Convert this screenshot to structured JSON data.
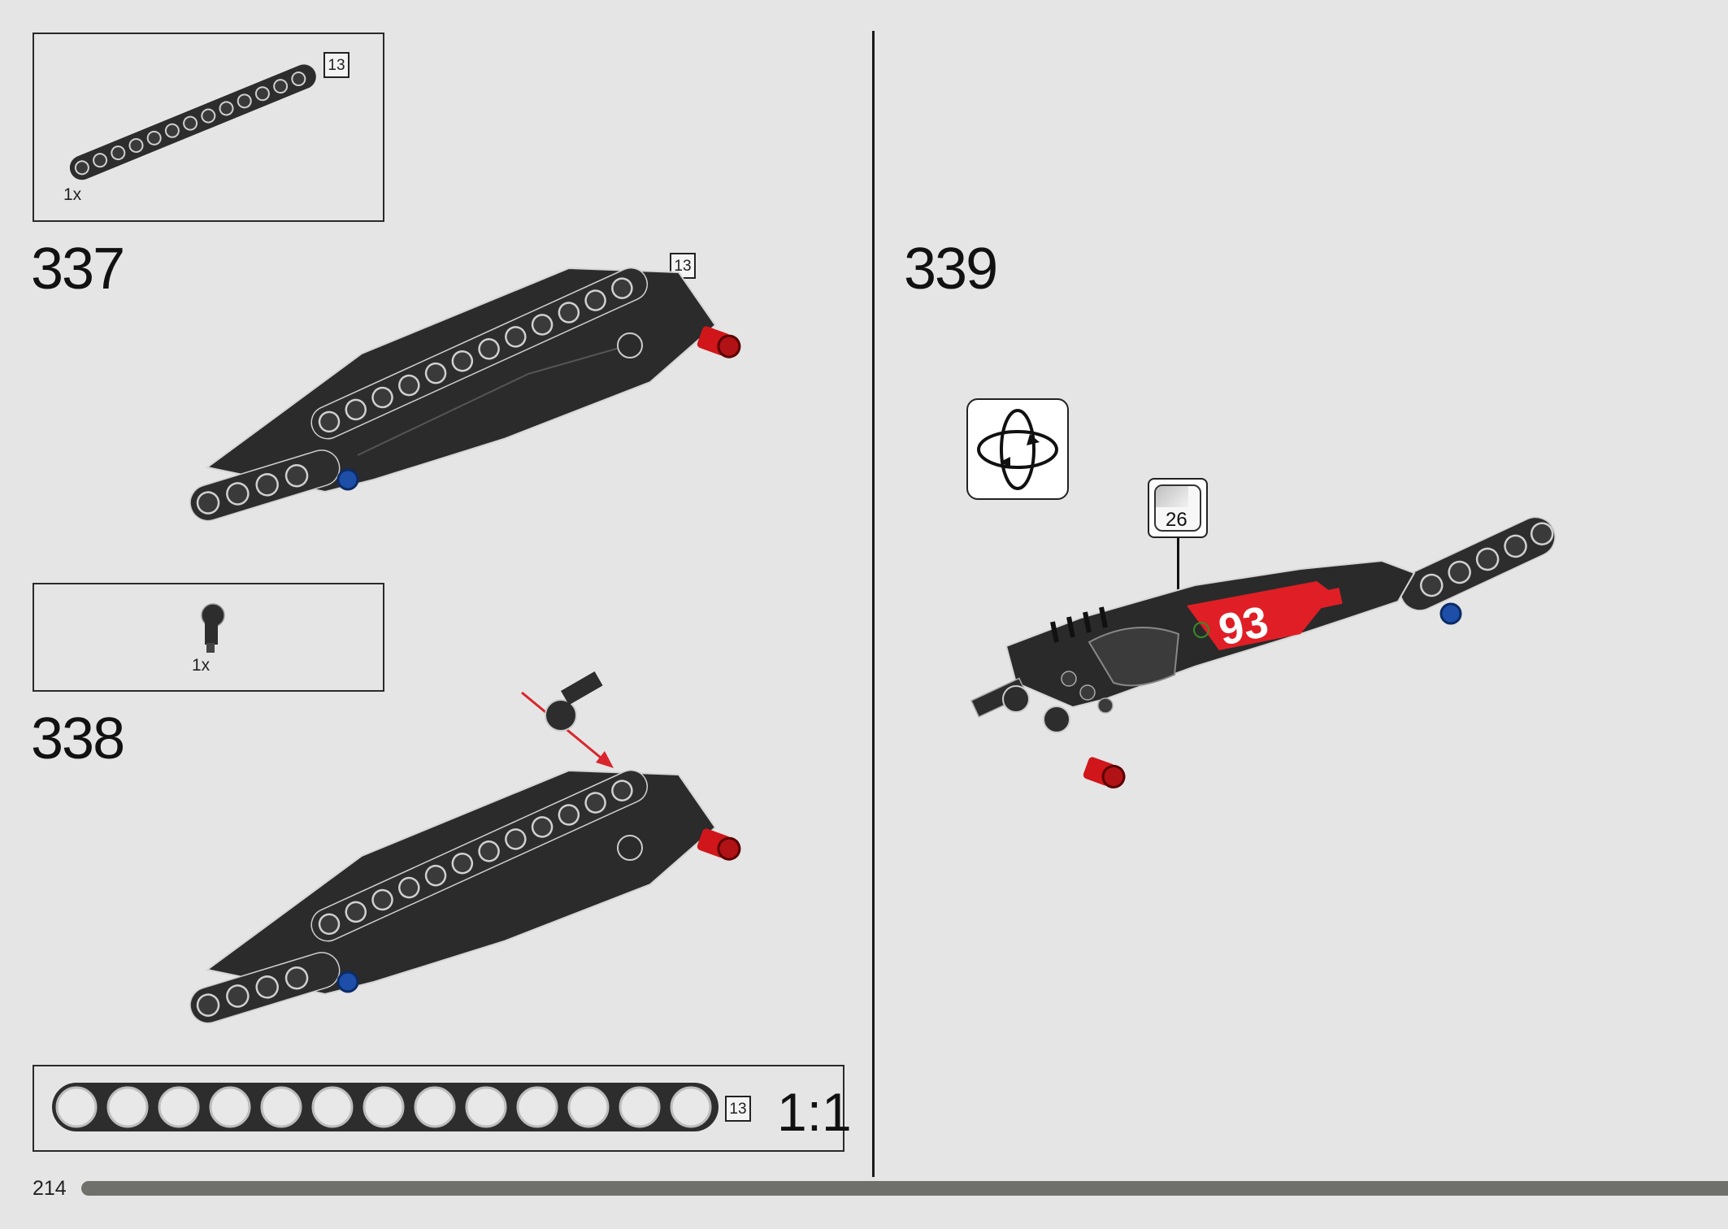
{
  "page": {
    "page_number": "214",
    "progress": 1.0
  },
  "parts_box_1": {
    "count": "1x",
    "length_tag": "13"
  },
  "step_337": {
    "number": "337",
    "length_tag": "13"
  },
  "parts_box_2": {
    "count": "1x"
  },
  "step_338": {
    "number": "338"
  },
  "scale_ruler": {
    "length_tag": "13",
    "scale": "1:1",
    "holes": 13
  },
  "step_339": {
    "number": "339",
    "sticker_number": "26",
    "sticker_text": {
      "number": "93"
    }
  },
  "colors": {
    "beam": "#2d2d2d",
    "pin_red": "#d0161b",
    "pin_blue": "#1d4fa8",
    "arrow": "#d8262c",
    "progress": "#6f6f6b"
  },
  "icons": [
    "rotate-model-icon",
    "sticker-icon",
    "assembly-arrow-icon"
  ]
}
